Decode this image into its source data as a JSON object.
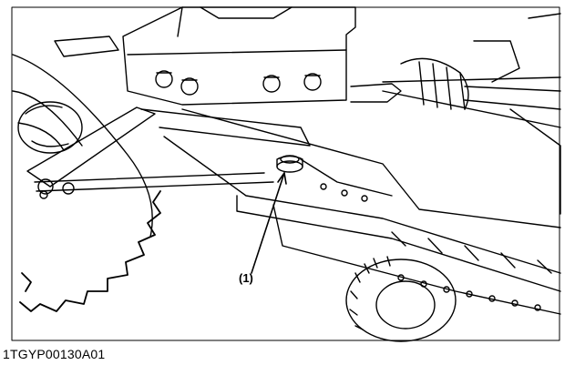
{
  "figure": {
    "callout_label": "(1)",
    "figure_code": "1TGYP00130A01",
    "icons": [
      "undercarriage-line-drawing",
      "leader-arrow-icon"
    ]
  }
}
